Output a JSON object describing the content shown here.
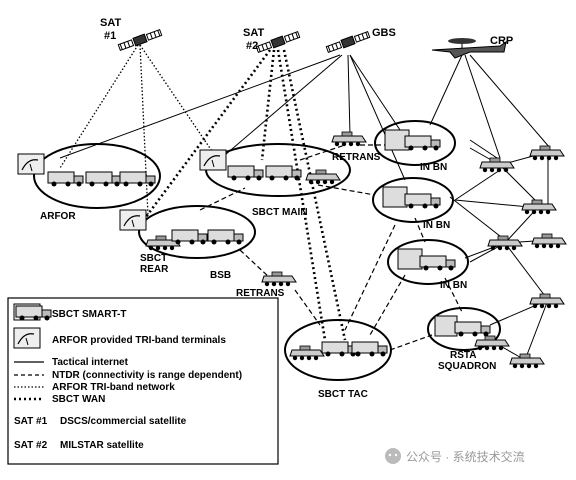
{
  "labels": {
    "sat1_line1": "SAT",
    "sat1_line2": "#1",
    "sat2_line1": "SAT",
    "sat2_line2": "#2",
    "gbs": "GBS",
    "crp": "CRP",
    "arfor": "ARFOR",
    "sbct_main": "SBCT MAIN",
    "sbct_rear_line1": "SBCT",
    "sbct_rear_line2": "REAR",
    "bsb": "BSB",
    "retrans_top": "RETRANS",
    "retrans_mid": "RETRANS",
    "in_bn_1": "IN BN",
    "in_bn_2": "IN BN",
    "in_bn_3": "IN BN",
    "sbct_tac": "SBCT TAC",
    "rsta_line1": "RSTA",
    "rsta_line2": "SQUADRON"
  },
  "legend": {
    "smart_t": "SBCT SMART-T",
    "arfor_terminals": "ARFOR provided TRI-band terminals",
    "tactical_internet": "Tactical internet",
    "ntdr": "NTDR (connectivity is range dependent)",
    "arfor_triband": "ARFOR TRI-band network",
    "sbct_wan": "SBCT WAN",
    "sat1_key": "SAT #1",
    "sat1_desc": "DSCS/commercial satellite",
    "sat2_key": "SAT #2",
    "sat2_desc": "MILSTAR satellite"
  },
  "watermark": "公众号 · 系统技术交流"
}
